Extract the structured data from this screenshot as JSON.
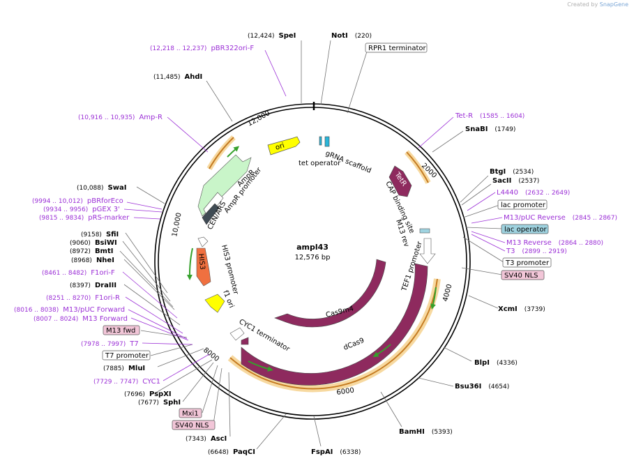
{
  "credit": {
    "prefix": "Created by",
    "brand": "SnapGene"
  },
  "plasmid": {
    "name": "ampl43",
    "length_label": "12,576 bp",
    "length": 12576
  },
  "ticks": [
    "2000",
    "4000",
    "6000",
    "8000",
    "10,000",
    "12,000"
  ],
  "enzymes": [
    {
      "name": "SpeI",
      "pos": "(12,424)",
      "bp": 12424
    },
    {
      "name": "NotI",
      "pos": "(220)",
      "bp": 220
    },
    {
      "name": "AhdI",
      "pos": "(11,485)",
      "bp": 11485
    },
    {
      "name": "SnaBI",
      "pos": "(1749)",
      "bp": 1749
    },
    {
      "name": "BtgI",
      "pos": "(2534)",
      "bp": 2534
    },
    {
      "name": "SacII",
      "pos": "(2537)",
      "bp": 2537
    },
    {
      "name": "SwaI",
      "pos": "(10,088)",
      "bp": 10088
    },
    {
      "name": "SfiI",
      "pos": "(9158)",
      "bp": 9158
    },
    {
      "name": "BsiWI",
      "pos": "(9060)",
      "bp": 9060
    },
    {
      "name": "BmtI",
      "pos": "(8972)",
      "bp": 8972
    },
    {
      "name": "NheI",
      "pos": "(8968)",
      "bp": 8968
    },
    {
      "name": "DraIII",
      "pos": "(8397)",
      "bp": 8397
    },
    {
      "name": "XcmI",
      "pos": "(3739)",
      "bp": 3739
    },
    {
      "name": "BlpI",
      "pos": "(4336)",
      "bp": 4336
    },
    {
      "name": "Bsu36I",
      "pos": "(4654)",
      "bp": 4654
    },
    {
      "name": "MluI",
      "pos": "(7885)",
      "bp": 7885
    },
    {
      "name": "PspXI",
      "pos": "(7696)",
      "bp": 7696
    },
    {
      "name": "SphI",
      "pos": "(7677)",
      "bp": 7677
    },
    {
      "name": "AscI",
      "pos": "(7343)",
      "bp": 7343
    },
    {
      "name": "PaqCI",
      "pos": "(6648)",
      "bp": 6648
    },
    {
      "name": "FspAI",
      "pos": "(6338)",
      "bp": 6338
    },
    {
      "name": "BamHI",
      "pos": "(5393)",
      "bp": 5393
    }
  ],
  "primers": [
    {
      "name": "pBR322ori-F",
      "pos": "(12,218 .. 12,237)"
    },
    {
      "name": "Amp-R",
      "pos": "(10,916 .. 10,935)"
    },
    {
      "name": "Tet-R",
      "pos": "(1585 .. 1604)"
    },
    {
      "name": "L4440",
      "pos": "(2632 .. 2649)"
    },
    {
      "name": "M13/pUC Reverse",
      "pos": "(2845 .. 2867)"
    },
    {
      "name": "M13 Reverse",
      "pos": "(2864 .. 2880)"
    },
    {
      "name": "T3",
      "pos": "(2899 .. 2919)"
    },
    {
      "name": "pBRforEco",
      "pos": "(9994 .. 10,012)"
    },
    {
      "name": "pGEX 3'",
      "pos": "(9934 .. 9956)"
    },
    {
      "name": "pRS-marker",
      "pos": "(9815 .. 9834)"
    },
    {
      "name": "F1ori-F",
      "pos": "(8461 .. 8482)"
    },
    {
      "name": "F1ori-R",
      "pos": "(8251 .. 8270)"
    },
    {
      "name": "M13/pUC Forward",
      "pos": "(8016 .. 8038)"
    },
    {
      "name": "M13 Forward",
      "pos": "(8007 .. 8024)"
    },
    {
      "name": "T7",
      "pos": "(7978 .. 7997)"
    },
    {
      "name": "CYC1",
      "pos": "(7729 .. 7747)"
    }
  ],
  "boxes": [
    {
      "text": "RPR1 terminator",
      "fill": "#ffffff"
    },
    {
      "text": "lac promoter",
      "fill": "#ffffff"
    },
    {
      "text": "lac operator",
      "fill": "#9fd3e0"
    },
    {
      "text": "T3 promoter",
      "fill": "#ffffff"
    },
    {
      "text": "SV40 NLS",
      "fill": "#f2c6d8"
    },
    {
      "text": "M13 fwd",
      "fill": "#f2c6d8"
    },
    {
      "text": "T7 promoter",
      "fill": "#ffffff"
    },
    {
      "text": "Mxi1",
      "fill": "#f2c6d8"
    },
    {
      "text": "SV40 NLS",
      "fill": "#f2c6d8"
    }
  ],
  "features": [
    {
      "label": "ori",
      "color": "#ffff00"
    },
    {
      "label": "gRNA scaffold",
      "color": "#2bb5d8"
    },
    {
      "label": "tet operator",
      "color": "#2bb5d8"
    },
    {
      "label": "TetR",
      "color": "#8e2a5e"
    },
    {
      "label": "CAP binding site",
      "color": "#ffffff"
    },
    {
      "label": "M13 rev",
      "color": "#ffffff"
    },
    {
      "label": "TEF1 promoter",
      "color": "#ffffff"
    },
    {
      "label": "AmpR",
      "color": "#c9f5c9"
    },
    {
      "label": "AmpR promoter",
      "color": "#ffffff"
    },
    {
      "label": "CEN/ARS",
      "color": "#3f4b54"
    },
    {
      "label": "HIS3 promoter",
      "color": "#ffffff"
    },
    {
      "label": "HIS3",
      "color": "#f07040"
    },
    {
      "label": "f1 ori",
      "color": "#ffff00"
    },
    {
      "label": "CYC1 terminator",
      "color": "#ffffff"
    },
    {
      "label": "Cas9m4",
      "color": "#8e2a5e"
    },
    {
      "label": "dCas9",
      "color": "#8e2a5e"
    }
  ],
  "colors": {
    "enzyme_line": "#707070",
    "primer": "#9b2fd6",
    "feature_dark": "#8e2a5e",
    "highlight": "#f4c070",
    "green_arrow": "#35a12b"
  }
}
